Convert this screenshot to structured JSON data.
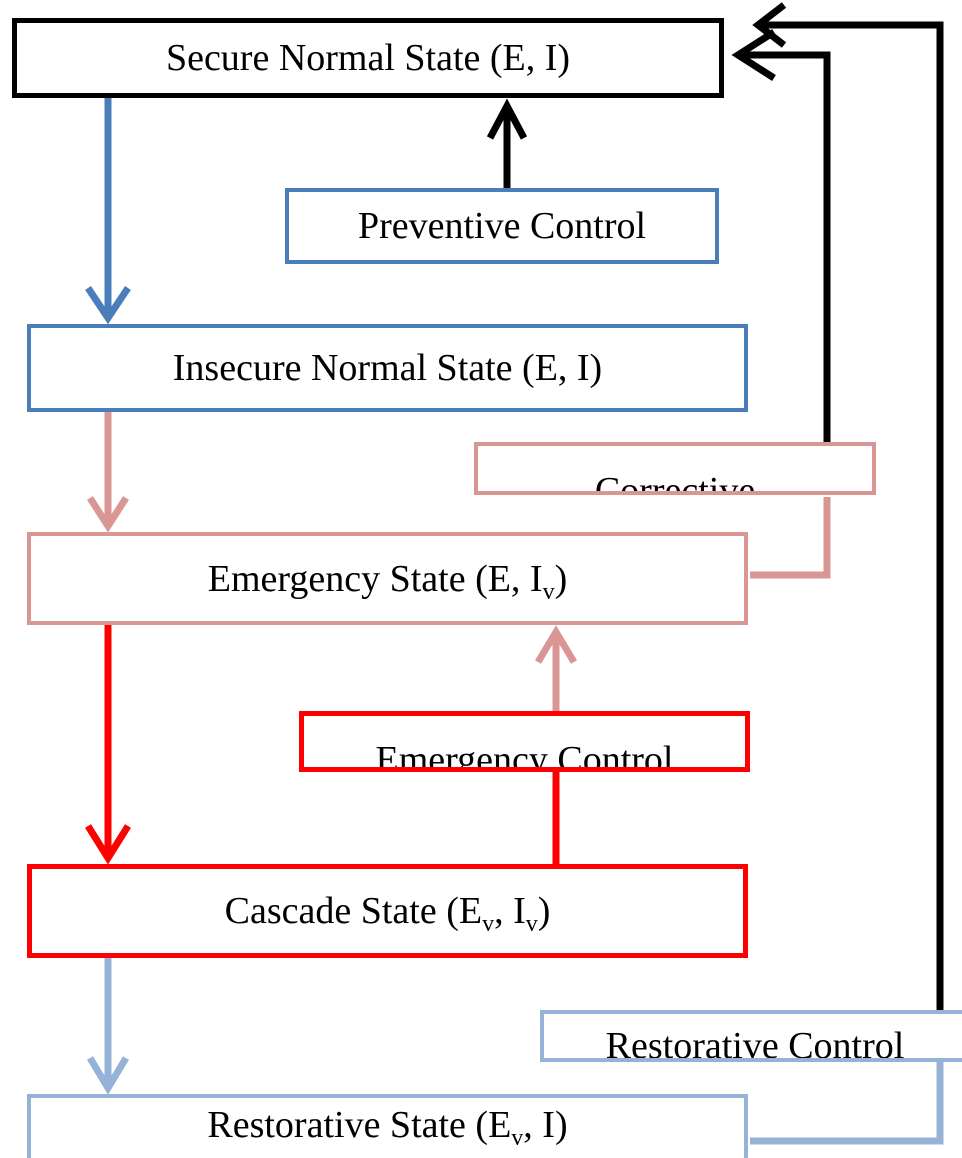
{
  "colors": {
    "black": "#000000",
    "blue": "#4a7ebb",
    "pink": "#d99694",
    "red": "#ff0000",
    "light_blue": "#95b3d7"
  },
  "states": {
    "secure": {
      "label": "Secure Normal State (E, I)"
    },
    "insecure": {
      "label": "Insecure Normal State (E, I)"
    },
    "emergency": {
      "main": "Emergency State (E, I",
      "sub": "v",
      "tail": ")"
    },
    "cascade": {
      "main1": "Cascade State (E",
      "sub1": "v",
      "mid": ", I",
      "sub2": "v",
      "tail": ")"
    },
    "restorative": {
      "main": "Restorative State (E",
      "sub": "v",
      "tail": ", I)"
    }
  },
  "controls": {
    "preventive": "Preventive Control",
    "corrective": "Corrective",
    "emergency": "Emergency Control",
    "restorative": "Restorative Control"
  }
}
